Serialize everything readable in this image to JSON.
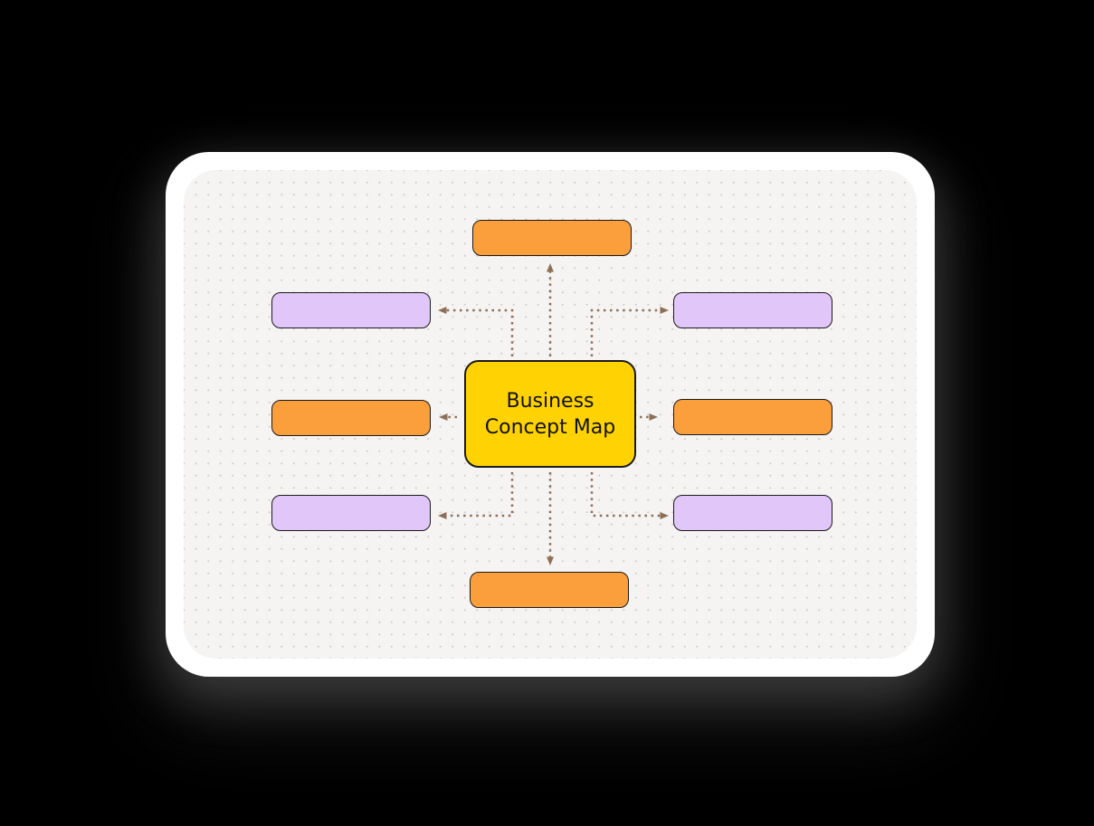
{
  "diagram": {
    "center_node": {
      "id": "center",
      "label": "Business Concept Map",
      "shape": "rounded-rectangle",
      "color_role": "yellow"
    },
    "nodes": [
      {
        "id": "top",
        "label": "",
        "shape": "rounded-rectangle",
        "color_role": "orange"
      },
      {
        "id": "top-left",
        "label": "",
        "shape": "rounded-rectangle",
        "color_role": "purple"
      },
      {
        "id": "top-right",
        "label": "",
        "shape": "rounded-rectangle",
        "color_role": "purple"
      },
      {
        "id": "middle-left",
        "label": "",
        "shape": "rounded-rectangle",
        "color_role": "orange"
      },
      {
        "id": "middle-right",
        "label": "",
        "shape": "rounded-rectangle",
        "color_role": "orange"
      },
      {
        "id": "bottom-left",
        "label": "",
        "shape": "rounded-rectangle",
        "color_role": "purple"
      },
      {
        "id": "bottom-right",
        "label": "",
        "shape": "rounded-rectangle",
        "color_role": "purple"
      },
      {
        "id": "bottom",
        "label": "",
        "shape": "rounded-rectangle",
        "color_role": "orange"
      }
    ],
    "connections": [
      {
        "from": "center",
        "to": "top",
        "style": "dotted",
        "arrowhead": "solid-triangle",
        "route": "straight-up"
      },
      {
        "from": "center",
        "to": "bottom",
        "style": "dotted",
        "arrowhead": "solid-triangle",
        "route": "straight-down"
      },
      {
        "from": "center",
        "to": "middle-left",
        "style": "dotted",
        "arrowhead": "solid-triangle",
        "route": "straight-left"
      },
      {
        "from": "center",
        "to": "middle-right",
        "style": "dotted",
        "arrowhead": "solid-triangle",
        "route": "straight-right"
      },
      {
        "from": "center",
        "to": "top-left",
        "style": "dotted",
        "arrowhead": "solid-triangle",
        "route": "elbow-up-left"
      },
      {
        "from": "center",
        "to": "top-right",
        "style": "dotted",
        "arrowhead": "solid-triangle",
        "route": "elbow-up-right"
      },
      {
        "from": "center",
        "to": "bottom-left",
        "style": "dotted",
        "arrowhead": "solid-triangle",
        "route": "elbow-down-left"
      },
      {
        "from": "center",
        "to": "bottom-right",
        "style": "dotted",
        "arrowhead": "solid-triangle",
        "route": "elbow-down-right"
      }
    ],
    "canvas": {
      "background_style": "dot-grid"
    }
  },
  "theme": {
    "page_bg": "#000000",
    "card_bg": "#ffffff",
    "panel_bg": "#f5f4f2",
    "panel_dot": "#d2d0cd",
    "yellow_node": "#ffd303",
    "orange_node": "#fb9e3c",
    "purple_node": "#e1c6fa",
    "node_border": "#1a1a1a",
    "arrow_color": "#8d6f58",
    "node_text": "#111111"
  }
}
